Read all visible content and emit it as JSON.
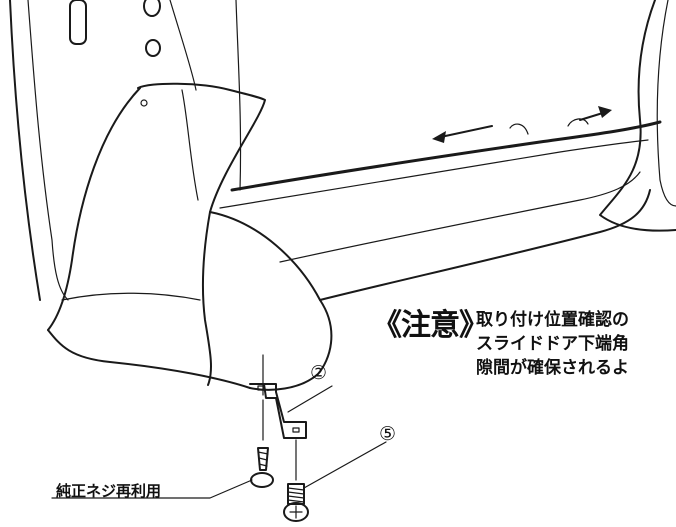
{
  "caution": {
    "mark": "《注意》",
    "lines": [
      "取り付け位置確認の",
      "スライドドア下端角",
      "隙間が確保されるよ"
    ]
  },
  "callouts": {
    "bracket_number": "②",
    "bolt_number": "⑤"
  },
  "screw_note": "純正ネジ再利用"
}
